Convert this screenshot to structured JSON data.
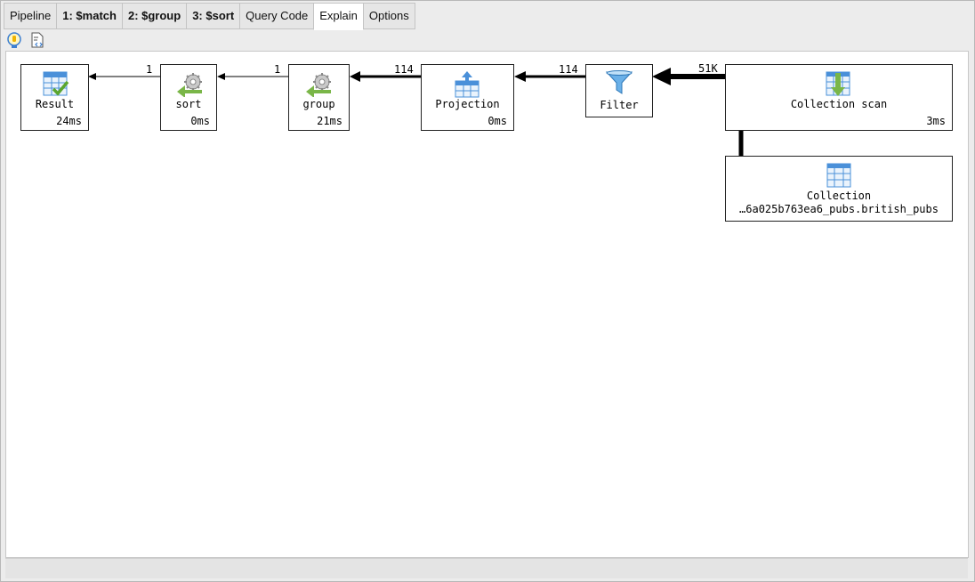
{
  "tabs": [
    {
      "label": "Pipeline",
      "bold": false
    },
    {
      "label": "1: $match",
      "bold": true
    },
    {
      "label": "2: $group",
      "bold": true
    },
    {
      "label": "3: $sort",
      "bold": true
    },
    {
      "label": "Query Code",
      "bold": false
    },
    {
      "label": "Explain",
      "bold": false,
      "active": true
    },
    {
      "label": "Options",
      "bold": false
    }
  ],
  "toolbar": {
    "icons": [
      "lightbulb-icon",
      "explain-document-icon"
    ]
  },
  "plan": {
    "nodes": {
      "result": {
        "label": "Result",
        "time": "24ms",
        "icon": "table-check-icon"
      },
      "sort": {
        "label": "sort",
        "time": "0ms",
        "icon": "gear-arrow-icon"
      },
      "group": {
        "label": "group",
        "time": "21ms",
        "icon": "gear-arrow-icon"
      },
      "projection": {
        "label": "Projection",
        "time": "0ms",
        "icon": "table-up-arrow-icon"
      },
      "filter": {
        "label": "Filter",
        "icon": "funnel-icon"
      },
      "collection_scan": {
        "label": "Collection scan",
        "time": "3ms",
        "icon": "table-down-arrow-icon"
      },
      "collection": {
        "label": "Collection",
        "name": "…6a025b763ea6_pubs.british_pubs",
        "icon": "table-icon"
      }
    },
    "edges": {
      "sort_to_result": "1",
      "group_to_sort": "1",
      "projection_to_group": "114",
      "filter_to_projection": "114",
      "scan_to_filter": "51K"
    }
  },
  "colors": {
    "tab_active_bg": "#ffffff",
    "tab_bg": "#e6e6e6",
    "icon_blue": "#4a90d9",
    "icon_green": "#7ab648"
  }
}
